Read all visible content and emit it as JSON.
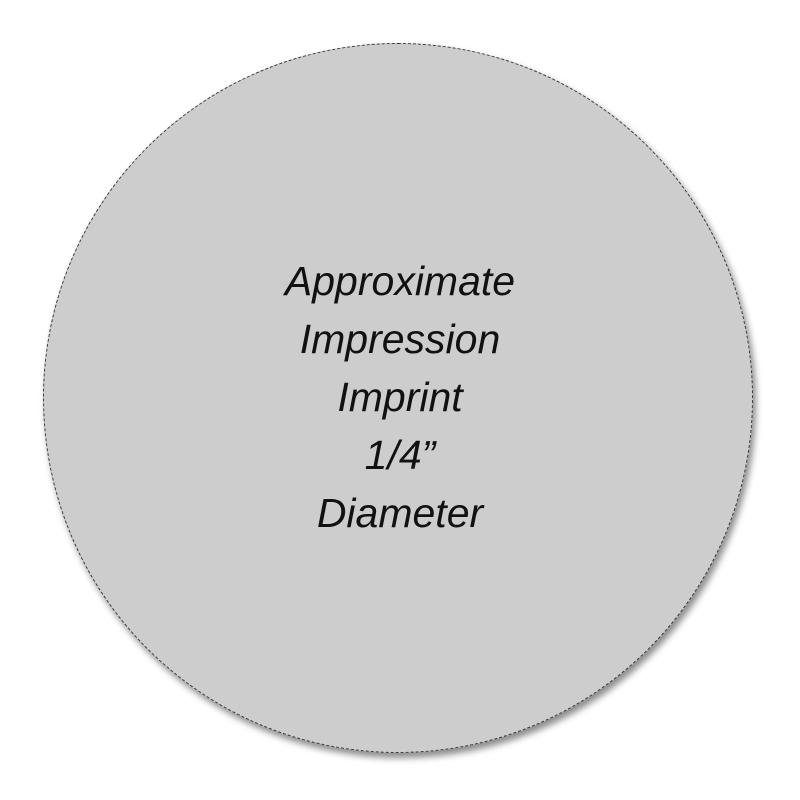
{
  "imprint": {
    "lines": [
      "Approximate",
      "Impression",
      "Imprint",
      "1/4”",
      "Diameter"
    ],
    "fill_color": "#cdcdcd",
    "outline_color": "#3a3a3a",
    "text_color": "#111111"
  }
}
